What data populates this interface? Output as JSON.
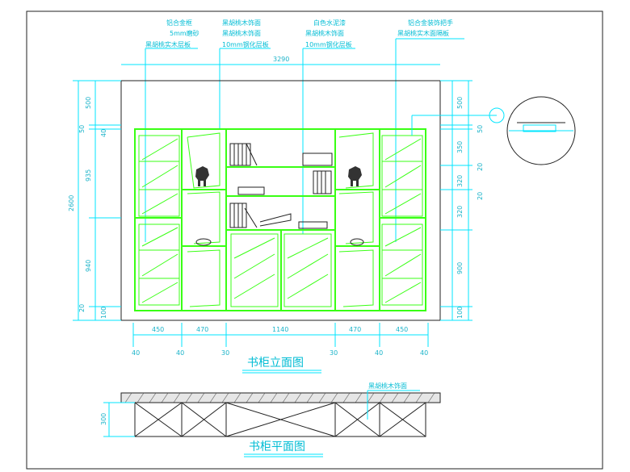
{
  "notes": {
    "top1": [
      "铝合金框",
      "5mm磨砂",
      "黑胡桃实木层板"
    ],
    "top2": [
      "黑胡桃木饰面",
      "10mm钢化层板"
    ],
    "top3": [
      "白色水泥漆",
      "黑胡桃木饰面",
      "10mm钢化层板"
    ],
    "top4": [
      "铝合金装饰把手",
      "黑胡桃实木面隔板"
    ],
    "plan": "黑胡桃木饰面"
  },
  "dims": {
    "overall_width": "3290",
    "bottom": [
      "450",
      "470",
      "1140",
      "470",
      "450"
    ],
    "bottom_gaps": [
      "40",
      "40",
      "30",
      "30",
      "40",
      "40"
    ],
    "left": [
      "500",
      "50",
      "40",
      "935",
      "940",
      "20",
      "100"
    ],
    "left_total": "2600",
    "right": [
      "500",
      "50",
      "350",
      "20",
      "320",
      "20",
      "320",
      "900",
      "100"
    ],
    "plan_depth": "300"
  },
  "titles": {
    "elevation": "书柜立面图",
    "plan": "书柜平面图"
  },
  "colors": {
    "cyan": "#00e5ff",
    "green": "#39ff14",
    "line": "#222222"
  }
}
